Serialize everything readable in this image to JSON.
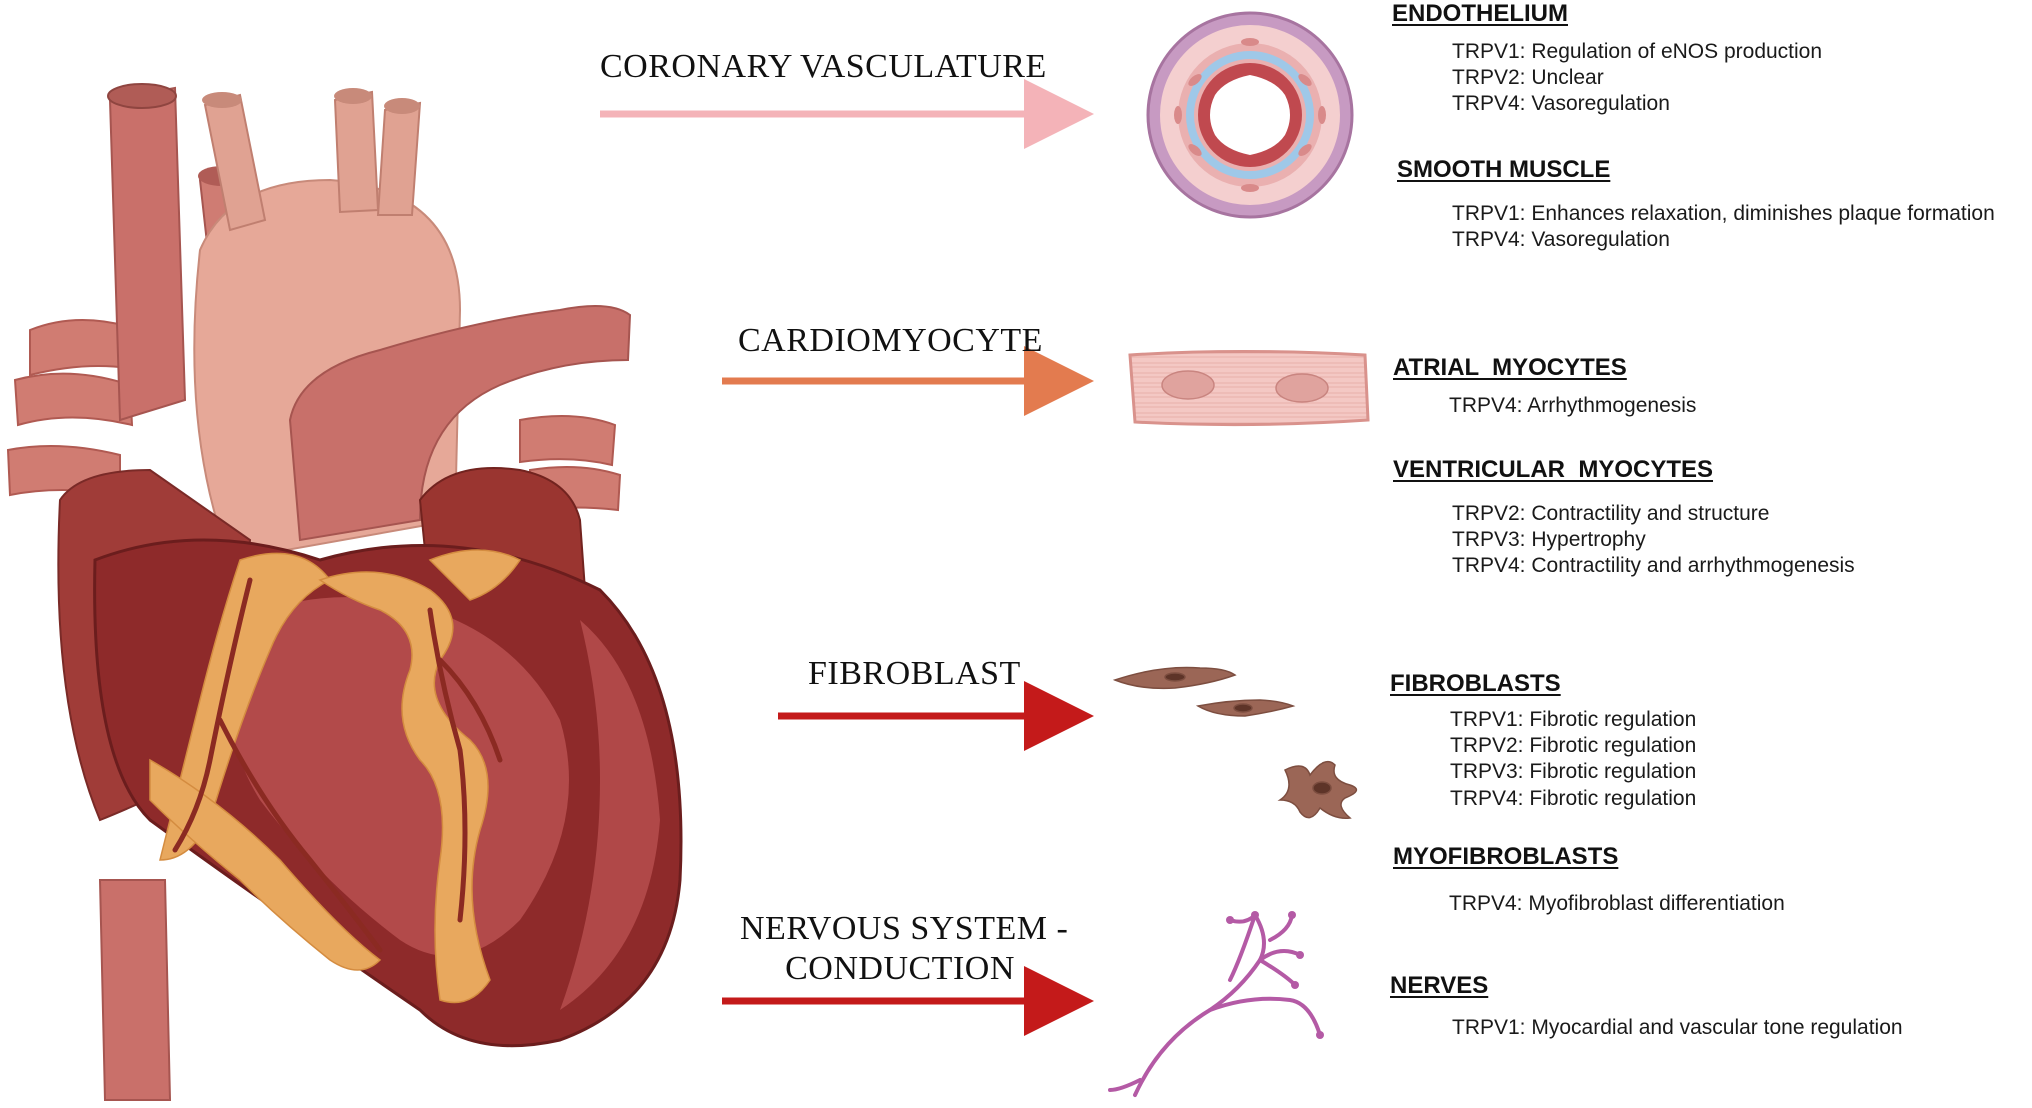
{
  "colors": {
    "arrow_pink": "#f4b3b8",
    "arrow_orange": "#e37b4f",
    "arrow_red": "#c41a1a",
    "heart_dark": "#8e2a2a",
    "heart_mid": "#b84a4a",
    "heart_vessel": "#c9706a",
    "heart_aorta": "#dd9a8a",
    "fat": "#e8a85e",
    "cell_pink": "#f4c8c4",
    "fibroblast": "#9b6656",
    "nerve": "#b45aa5"
  },
  "sections": [
    {
      "id": "coronary",
      "label": "CORONARY VASCULATURE",
      "arrow_color": "pink",
      "icon": "blood-vessel-cross-section-icon",
      "groups": [
        {
          "heading": "ENDOTHELIUM",
          "items": [
            "TRPV1: Regulation of eNOS production",
            "TRPV2: Unclear",
            "TRPV4: Vasoregulation"
          ]
        },
        {
          "heading": "SMOOTH MUSCLE",
          "items": [
            "TRPV1: Enhances relaxation, diminishes plaque formation",
            "TRPV4: Vasoregulation"
          ]
        }
      ]
    },
    {
      "id": "cardiomyocyte",
      "label": "CARDIOMYOCYTE",
      "arrow_color": "orange",
      "icon": "cardiomyocyte-cell-icon",
      "groups": [
        {
          "heading": "ATRIAL  MYOCYTES",
          "items": [
            "TRPV4: Arrhythmogenesis"
          ]
        },
        {
          "heading": "VENTRICULAR  MYOCYTES",
          "items": [
            "TRPV2: Contractility and structure",
            "TRPV3: Hypertrophy",
            "TRPV4: Contractility and arrhythmogenesis"
          ]
        }
      ]
    },
    {
      "id": "fibroblast",
      "label": "FIBROBLAST",
      "arrow_color": "red",
      "icon": "fibroblast-cells-icon",
      "groups": [
        {
          "heading": "FIBROBLASTS",
          "items": [
            "TRPV1: Fibrotic regulation",
            "TRPV2: Fibrotic regulation",
            "TRPV3: Fibrotic regulation",
            "TRPV4: Fibrotic regulation"
          ]
        },
        {
          "heading": "MYOFIBROBLASTS",
          "items": [
            "TRPV4: Myofibroblast differentiation"
          ]
        }
      ]
    },
    {
      "id": "nervous",
      "label_lines": [
        "NERVOUS SYSTEM -",
        "CONDUCTION"
      ],
      "arrow_color": "red",
      "icon": "nerve-fiber-icon",
      "groups": [
        {
          "heading": "NERVES",
          "items": [
            "TRPV1: Myocardial and vascular tone regulation"
          ]
        }
      ]
    }
  ]
}
